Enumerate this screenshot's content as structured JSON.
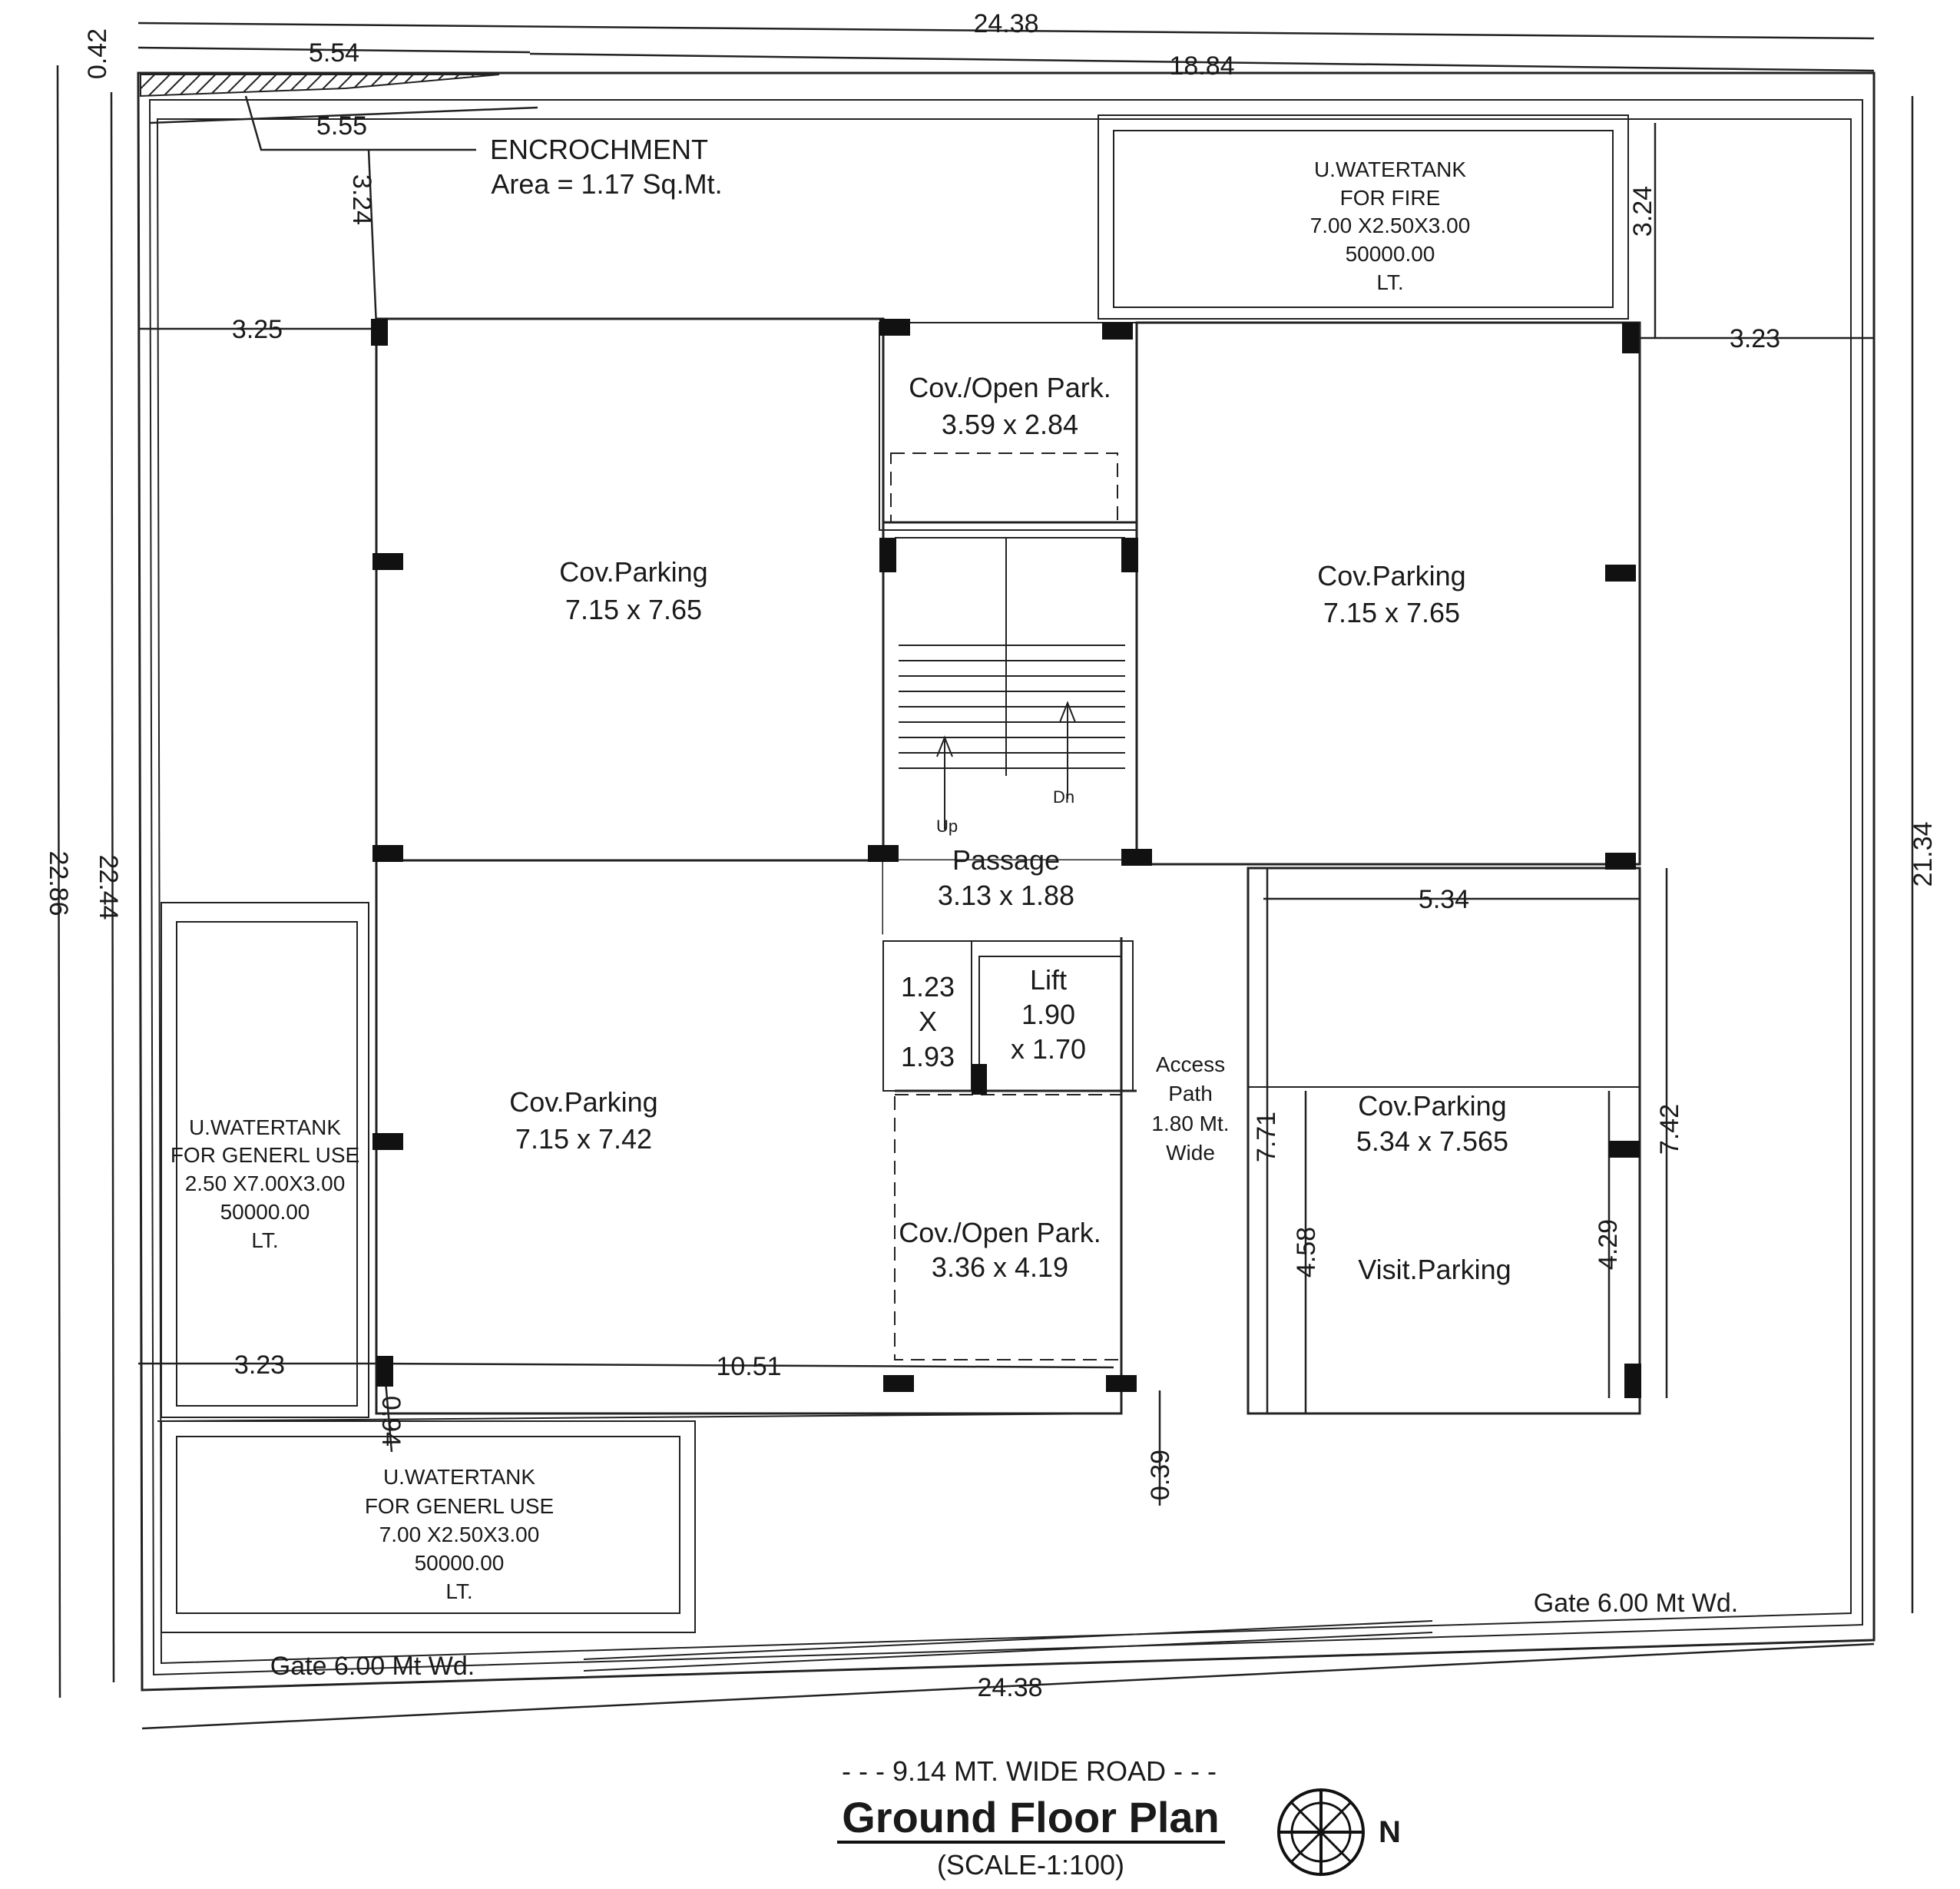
{
  "drawing": {
    "title": "Ground Floor Plan",
    "scale": "(SCALE-1:100)",
    "road": "- - - 9.14 MT. WIDE ROAD - - -",
    "north": "N"
  },
  "dimensions": {
    "top_total": "24.38",
    "top_right": "18.84",
    "top_left": "5.54",
    "top_small": "0.42",
    "encroach_width": "5.55",
    "setback_top_left": "3.24",
    "setback_top_right": "3.24",
    "setback_left_top": "3.25",
    "setback_right_top": "3.23",
    "setback_left_bottom": "3.23",
    "inner_bottom": "10.51",
    "left_outer": "22.86",
    "left_inner": "22.44",
    "right_outer": "21.34",
    "bottom_total": "24.38",
    "setback_bottom_small": "0.94",
    "bottom_gap": "0.39",
    "visit_width": "5.34",
    "visit_height": "7.42",
    "visit_inner_h": "7.71",
    "visit_a": "4.58",
    "visit_b": "4.29"
  },
  "rooms": {
    "encroachment": {
      "title": "ENCROCHMENT",
      "area": "Area = 1.17 Sq.Mt."
    },
    "tank_fire": {
      "l1": "U.WATERTANK",
      "l2": "FOR FIRE",
      "l3": "7.00 X2.50X3.00",
      "l4": "50000.00",
      "l5": "LT."
    },
    "tank_left": {
      "l1": "U.WATERTANK",
      "l2": "FOR GENERL USE",
      "l3": "2.50 X7.00X3.00",
      "l4": "50000.00",
      "l5": "LT."
    },
    "tank_bottom": {
      "l1": "U.WATERTANK",
      "l2": "FOR GENERL USE",
      "l3": "7.00 X2.50X3.00",
      "l4": "50000.00",
      "l5": "LT."
    },
    "park_tl": {
      "name": "Cov.Parking",
      "size": "7.15 x 7.65"
    },
    "park_tr": {
      "name": "Cov.Parking",
      "size": "7.15 x 7.65"
    },
    "park_bl": {
      "name": "Cov.Parking",
      "size": "7.15 x 7.42"
    },
    "park_br": {
      "name": "Cov.Parking",
      "size": "5.34 x 7.565"
    },
    "open_top": {
      "name": "Cov./Open Park.",
      "size": "3.59 x 2.84"
    },
    "open_bottom": {
      "name": "Cov./Open Park.",
      "size": "3.36 x 4.19"
    },
    "passage": {
      "name": "Passage",
      "size": "3.13 x 1.88"
    },
    "lift": {
      "name": "Lift",
      "l2": "1.90",
      "l3": "x 1.70"
    },
    "duct": {
      "l1": "1.23",
      "l2": "X",
      "l3": "1.93"
    },
    "access": {
      "l1": "Access",
      "l2": "Path",
      "l3": "1.80 Mt.",
      "l4": "Wide"
    },
    "visit": {
      "name": "Visit.Parking"
    },
    "stair_up": "Up",
    "stair_dn": "Dn",
    "gate_left": "Gate 6.00 Mt Wd.",
    "gate_right": "Gate 6.00 Mt Wd."
  }
}
